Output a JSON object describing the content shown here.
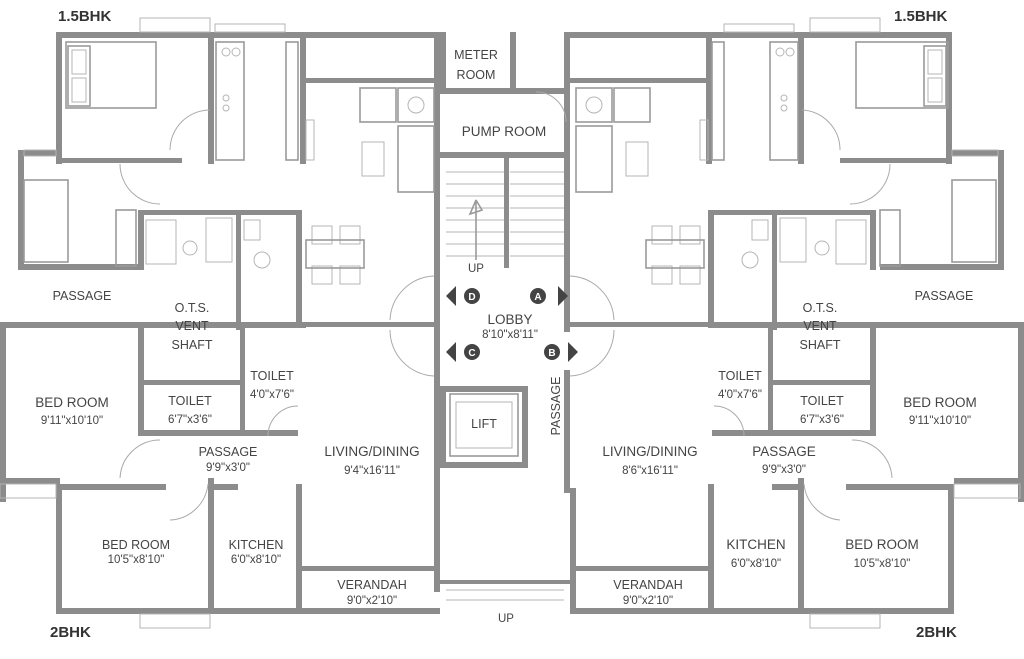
{
  "unit_labels": {
    "top_left": "1.5BHK",
    "top_right": "1.5BHK",
    "bottom_left": "2BHK",
    "bottom_right": "2BHK"
  },
  "rooms": {
    "meter_room": {
      "line1": "METER",
      "line2": "ROOM"
    },
    "pump_room": "PUMP ROOM",
    "passage_left": "PASSAGE",
    "passage_right": "PASSAGE",
    "ots_left": {
      "line1": "O.T.S.",
      "line2": "VENT",
      "line3": "SHAFT"
    },
    "ots_right": {
      "line1": "O.T.S.",
      "line2": "VENT",
      "line3": "SHAFT"
    },
    "up_stair": "UP",
    "up_bottom": "UP",
    "lobby": {
      "name": "LOBBY",
      "dim": "8'10\"x8'11\""
    },
    "lift": "LIFT",
    "passage_vertical": "PASSAGE",
    "left_bed1": {
      "name": "BED ROOM",
      "dim": "9'11\"x10'10\""
    },
    "left_toilet_small": {
      "name": "TOILET",
      "dim": "6'7\"x3'6\""
    },
    "left_toilet": {
      "name": "TOILET",
      "dim": "4'0\"x7'6\""
    },
    "left_passage": {
      "name": "PASSAGE",
      "dim": "9'9\"x3'0\""
    },
    "left_living": {
      "name": "LIVING/DINING",
      "dim": "9'4\"x16'11\""
    },
    "left_bed2": {
      "name": "BED ROOM",
      "dim": "10'5\"x8'10\""
    },
    "left_kitchen": {
      "name": "KITCHEN",
      "dim": "6'0\"x8'10\""
    },
    "left_verandah": {
      "name": "VERANDAH",
      "dim": "9'0\"x2'10\""
    },
    "right_toilet": {
      "name": "TOILET",
      "dim": "4'0\"x7'6\""
    },
    "right_toilet_small": {
      "name": "TOILET",
      "dim": "6'7\"x3'6\""
    },
    "right_bed1": {
      "name": "BED ROOM",
      "dim": "9'11\"x10'10\""
    },
    "right_living": {
      "name": "LIVING/DINING",
      "dim": "8'6\"x16'11\""
    },
    "right_passage": {
      "name": "PASSAGE",
      "dim": "9'9\"x3'0\""
    },
    "right_kitchen": {
      "name": "KITCHEN",
      "dim": "6'0\"x8'10\""
    },
    "right_bed2": {
      "name": "BED ROOM",
      "dim": "10'5\"x8'10\""
    },
    "right_verandah": {
      "name": "VERANDAH",
      "dim": "9'0\"x2'10\""
    }
  },
  "flat_markers": {
    "a": "A",
    "b": "B",
    "c": "C",
    "d": "D"
  },
  "colors": {
    "wall": "#8c8c8c",
    "text": "#444444",
    "badge": "#444444"
  }
}
